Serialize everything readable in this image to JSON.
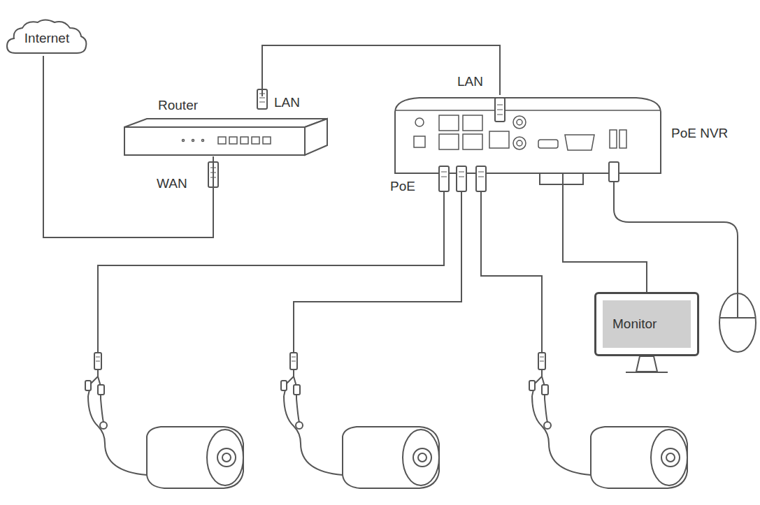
{
  "diagram": {
    "nodes": [
      {
        "text": [
          "Internet"
        ]
      },
      {
        "text": [
          "Router"
        ]
      },
      {
        "text": [
          "PoE NVR"
        ]
      },
      {
        "text": [
          "Monitor"
        ]
      }
    ],
    "edges": [
      {
        "from": 0,
        "to": 1,
        "arrow": "none"
      },
      {
        "from": 1,
        "to": 2,
        "arrow": "none"
      },
      {
        "from": 2,
        "to": 3,
        "arrow": "none"
      }
    ],
    "labels": [
      "LAN",
      "WAN",
      "LAN",
      "PoE"
    ]
  }
}
